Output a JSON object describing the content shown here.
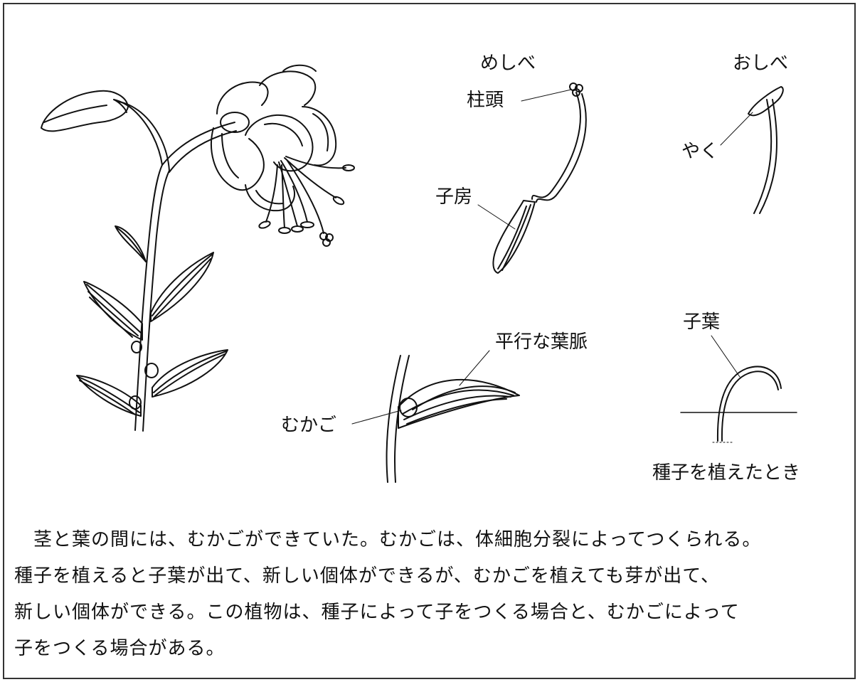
{
  "labels": {
    "pistil": "めしべ",
    "stamen": "おしべ",
    "stigma": "柱頭",
    "ovary": "子房",
    "anther": "やく",
    "veins": "平行な葉脈",
    "bulbil": "むかご",
    "cotyledon": "子葉",
    "seed_planted": "種子を植えたとき"
  },
  "caption": {
    "lines": [
      "　茎と葉の間には、むかごができていた。むかごは、体細胞分裂によってつくられる。",
      "種子を植えると子葉が出て、新しい個体ができるが、むかごを植えても芽が出て、",
      "新しい個体ができる。この植物は、種子によって子をつくる場合と、むかごによって",
      "子をつくる場合がある。"
    ]
  }
}
